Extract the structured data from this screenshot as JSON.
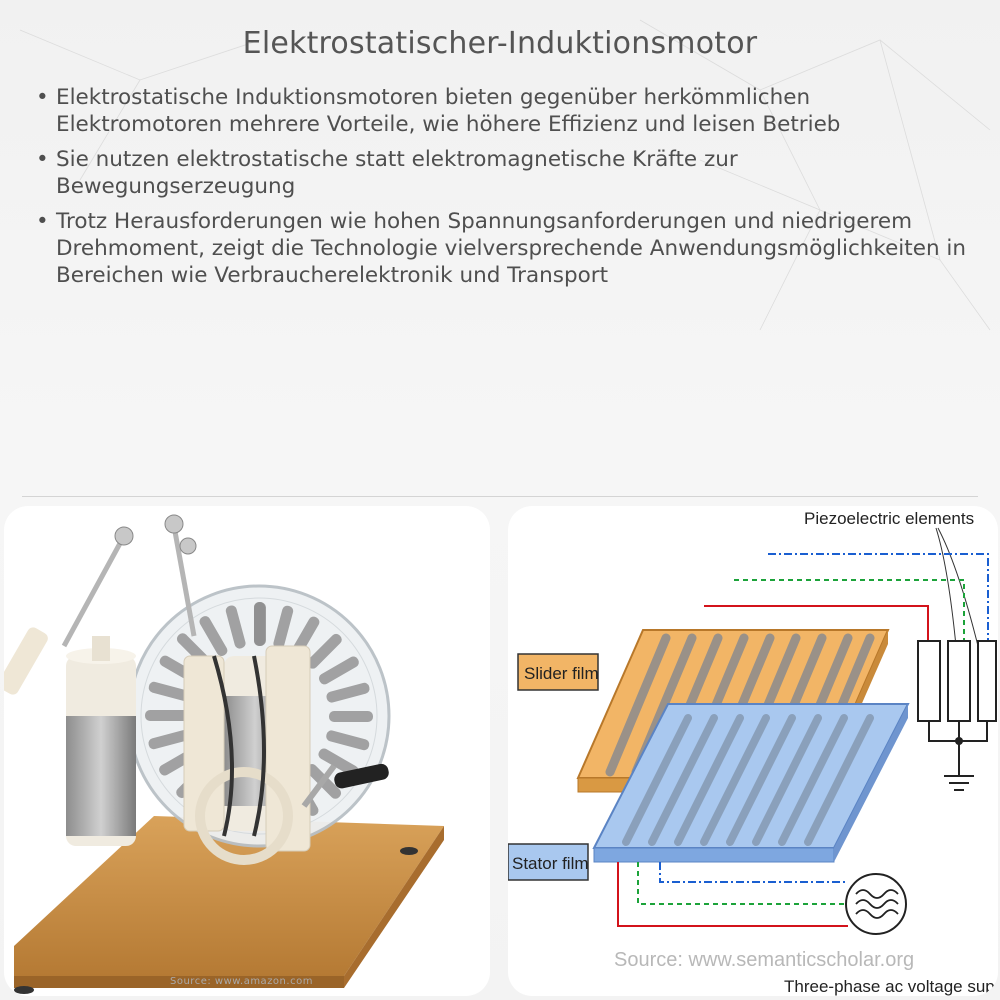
{
  "title": "Elektrostatischer-Induktionsmotor",
  "bullets": [
    "Elektrostatische Induktionsmotoren bieten gegenüber herkömmlichen Elektromotoren mehrere Vorteile, wie höhere Effizienz und leisen Betrieb",
    "Sie nutzen elektrostatische statt elektromagnetische Kräfte zur Bewegungserzeugung",
    "Trotz Herausforderungen wie hohen Spannungsanforderungen und niedrigerem Drehmoment, zeigt die Technologie vielversprechende Anwendungsmöglichkeiten in Bereichen wie Verbraucherelektronik und Transport"
  ],
  "left_image": {
    "source": "Source: www.amazon.com"
  },
  "right_image": {
    "label_piezo": "Piezoelectric elements",
    "label_slider": "Slider film",
    "label_stator": "Stator film",
    "label_supply": "Three-phase ac voltage suppl",
    "source": "Source: www.semanticscholar.org"
  }
}
